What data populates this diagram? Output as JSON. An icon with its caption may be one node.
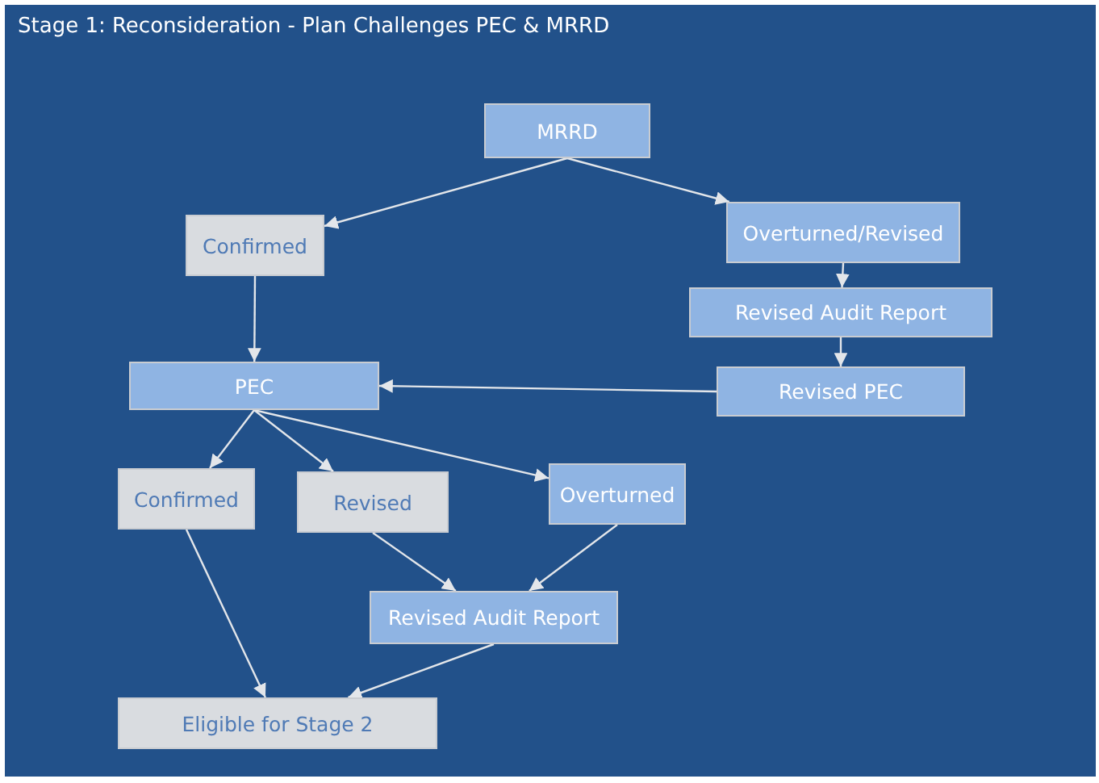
{
  "diagram": {
    "title": "Stage 1: Reconsideration - Plan Challenges PEC & MRRD",
    "nodes": [
      {
        "text": [
          "MRRD"
        ]
      },
      {
        "text": [
          "Confirmed"
        ]
      },
      {
        "text": [
          "Overturned/Revised"
        ]
      },
      {
        "text": [
          "Revised Audit Report"
        ]
      },
      {
        "text": [
          "Revised PEC"
        ]
      },
      {
        "text": [
          "PEC"
        ]
      },
      {
        "text": [
          "Confirmed"
        ]
      },
      {
        "text": [
          "Revised"
        ]
      },
      {
        "text": [
          "Overturned"
        ]
      },
      {
        "text": [
          "Revised Audit Report"
        ]
      },
      {
        "text": [
          "Eligible for Stage 2"
        ]
      }
    ],
    "edges": [
      {
        "from": 0,
        "to": 1,
        "arrow": "to"
      },
      {
        "from": 0,
        "to": 2,
        "arrow": "to"
      },
      {
        "from": 2,
        "to": 3,
        "arrow": "to"
      },
      {
        "from": 3,
        "to": 4,
        "arrow": "to"
      },
      {
        "from": 4,
        "to": 5,
        "arrow": "to"
      },
      {
        "from": 1,
        "to": 5,
        "arrow": "to"
      },
      {
        "from": 5,
        "to": 6,
        "arrow": "to"
      },
      {
        "from": 5,
        "to": 7,
        "arrow": "to"
      },
      {
        "from": 5,
        "to": 8,
        "arrow": "to"
      },
      {
        "from": 7,
        "to": 9,
        "arrow": "to"
      },
      {
        "from": 8,
        "to": 9,
        "arrow": "to"
      },
      {
        "from": 6,
        "to": 10,
        "arrow": "to"
      },
      {
        "from": 9,
        "to": 10,
        "arrow": "to"
      }
    ]
  }
}
